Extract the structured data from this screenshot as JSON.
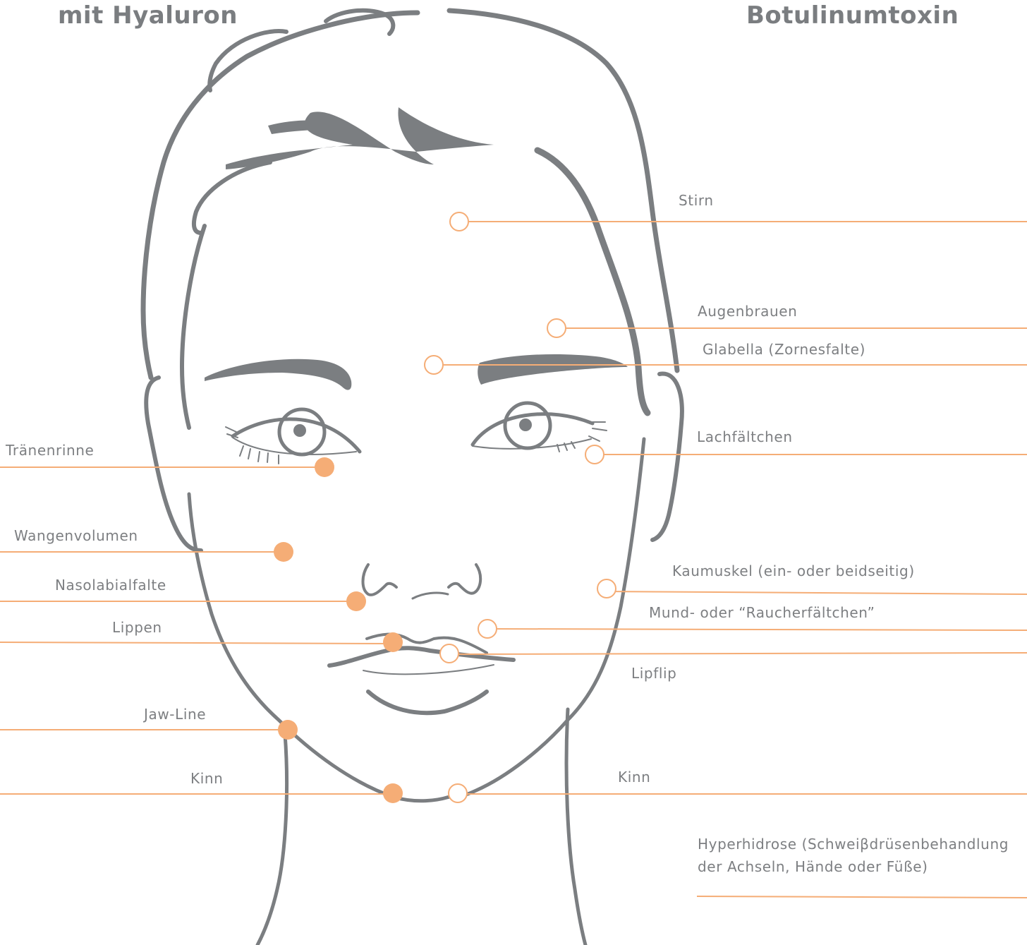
{
  "headings": {
    "left": "mit Hyaluron",
    "right": "Botulinumtoxin"
  },
  "colors": {
    "line_art": "#7b7e81",
    "accent": "#f5ad76",
    "text": "#7d7f82",
    "heading": "#7a7d80"
  },
  "hyaluron_points": [
    "Tränenrinne",
    "Wangenvolumen",
    "Nasolabialfalte",
    "Lippen",
    "Jaw-Line",
    "Kinn"
  ],
  "botox_points": [
    "Stirn",
    "Augenbrauen",
    "Glabella (Zornesfalte)",
    "Lachfältchen",
    "Kaumuskel (ein- oder beidseitig)",
    "Mund- oder “Raucherfältchen”",
    "Lipflip",
    "Kinn"
  ],
  "botox_extra": {
    "line1": "Hyperhidrose (Schweiβdrüsenbehandlung",
    "line2": "der Achseln, Hände oder Füße)"
  }
}
